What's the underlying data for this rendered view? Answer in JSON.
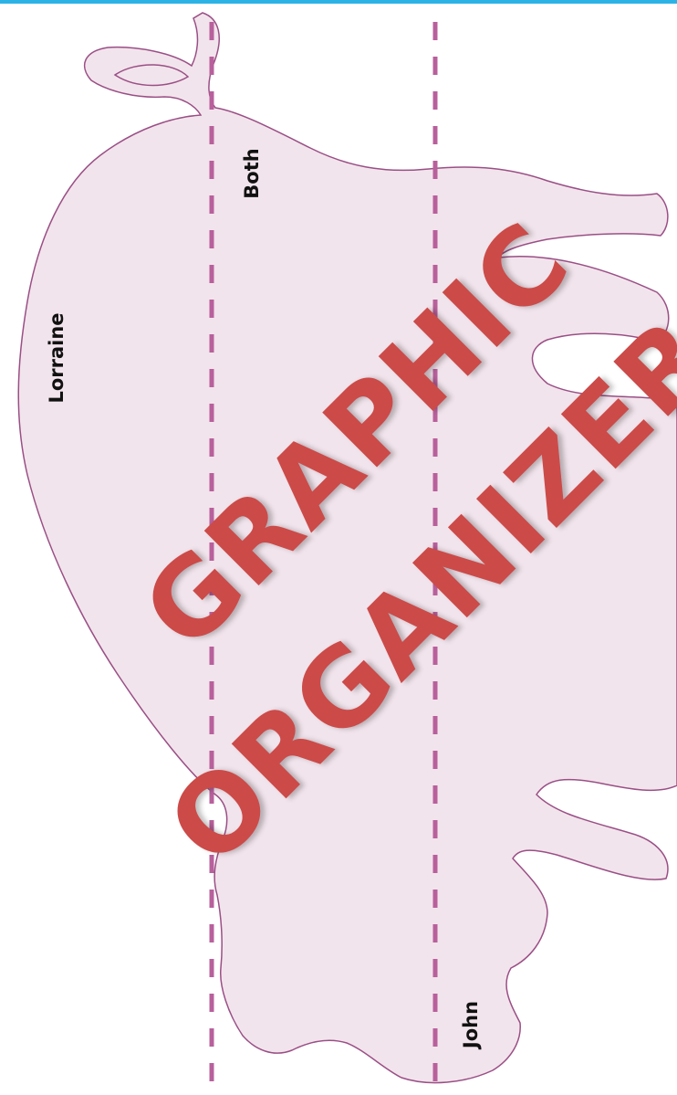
{
  "labels": {
    "left": "Lorraine",
    "middle": "Both",
    "right": "John"
  },
  "watermark": {
    "line1": "GRAPHIC",
    "line2": "ORGANIZERS"
  },
  "colors": {
    "top_bar": "#2bb3e6",
    "pig_fill": "#f2e4ec",
    "pig_outline": "#9a4f86",
    "divider": "#b8609c",
    "watermark": "#cc4a48"
  },
  "icons": {
    "shape": "pig-icon"
  }
}
